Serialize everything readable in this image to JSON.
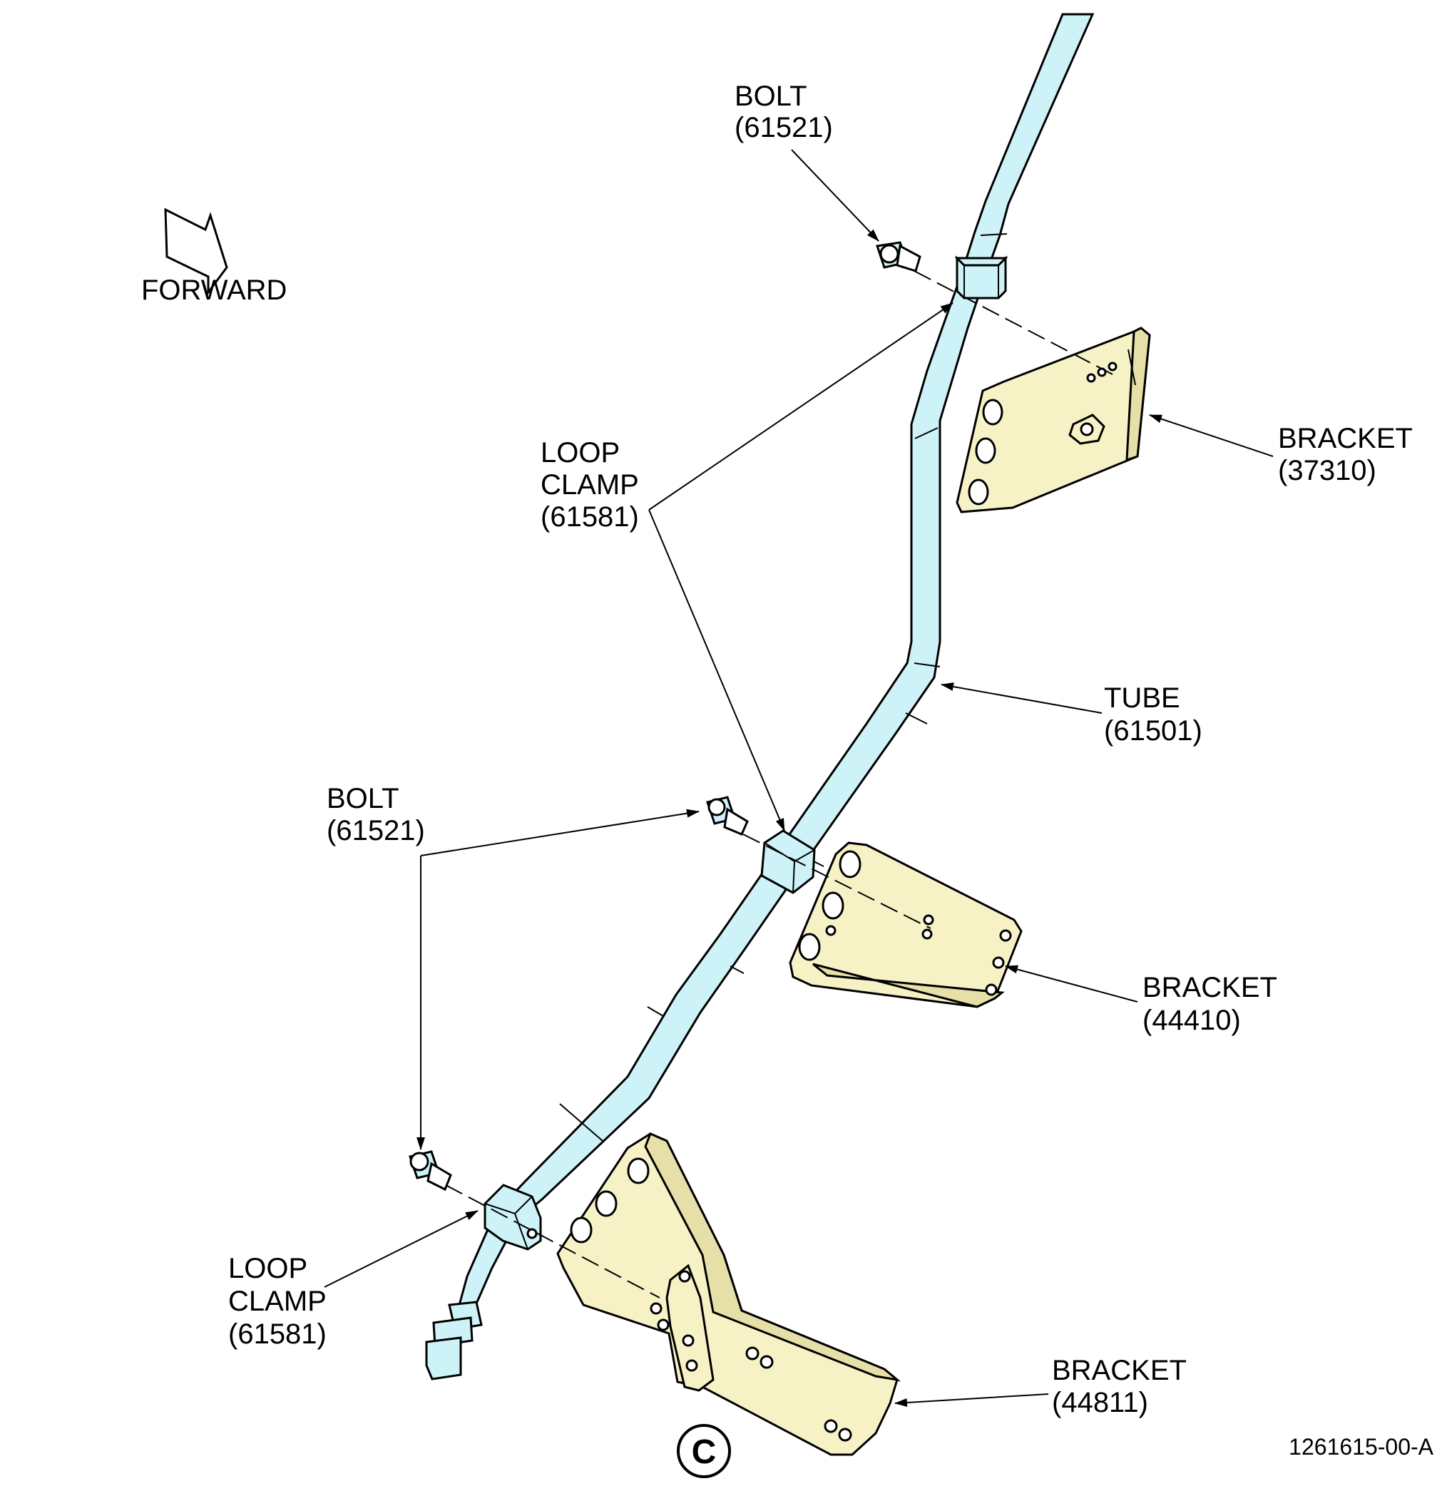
{
  "forward_label": "FORWARD",
  "labels": {
    "bolt_top": [
      "BOLT",
      "(61521)"
    ],
    "loop_clamp_upper": [
      "LOOP",
      "CLAMP",
      "(61581)"
    ],
    "bracket_37310": [
      "BRACKET",
      "(37310)"
    ],
    "tube": [
      "TUBE",
      "(61501)"
    ],
    "bolt_lower": [
      "BOLT",
      "(61521)"
    ],
    "bracket_44410": [
      "BRACKET",
      "(44410)"
    ],
    "loop_clamp_lower": [
      "LOOP",
      "CLAMP",
      "(61581)"
    ],
    "bracket_44811": [
      "BRACKET",
      "(44811)"
    ]
  },
  "view_label": "C",
  "drawing_number": "1261615-00-A",
  "colors": {
    "tube": "#cdf3f8",
    "bracket": "#f7f2c6",
    "line": "#000000"
  },
  "icons": {
    "direction": "forward-arrow-icon"
  }
}
